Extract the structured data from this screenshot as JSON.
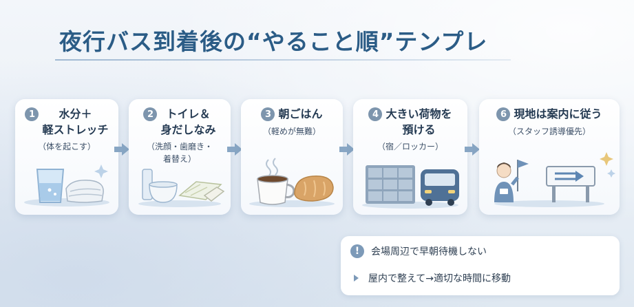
{
  "title": "夜行バス到着後の“やること順”テンプレ",
  "steps": [
    {
      "num": "1",
      "title": "水分＋\n軽ストレッチ",
      "sub": "（体を起こす）",
      "icon": "water-glass-and-towel-icon"
    },
    {
      "num": "2",
      "title": "トイレ＆\n身だしなみ",
      "sub": "（洗顔・歯磨き・\n着替え）",
      "icon": "washbasin-and-towels-icon"
    },
    {
      "num": "3",
      "title": "朝ごはん",
      "sub": "（軽めが無難）",
      "icon": "coffee-and-bread-icon"
    },
    {
      "num": "4",
      "title": "大きい荷物を\n預ける",
      "sub": "（宿／ロッカー）",
      "icon": "lockers-and-bus-icon"
    },
    {
      "num": "6",
      "title": "現地は案内に従う",
      "sub": "（スタッフ誘導優先）",
      "icon": "staff-and-signboard-icon"
    }
  ],
  "notes": [
    {
      "icon": "exclamation-icon",
      "text": "会場周辺で早朝待機しない"
    },
    {
      "icon": "play-bullet-icon",
      "text": "屋内で整えて→適切な時間に移動"
    }
  ],
  "colors": {
    "title": "#2b5c86",
    "accent": "#7d95ad",
    "arrow": "#88a6c4"
  }
}
